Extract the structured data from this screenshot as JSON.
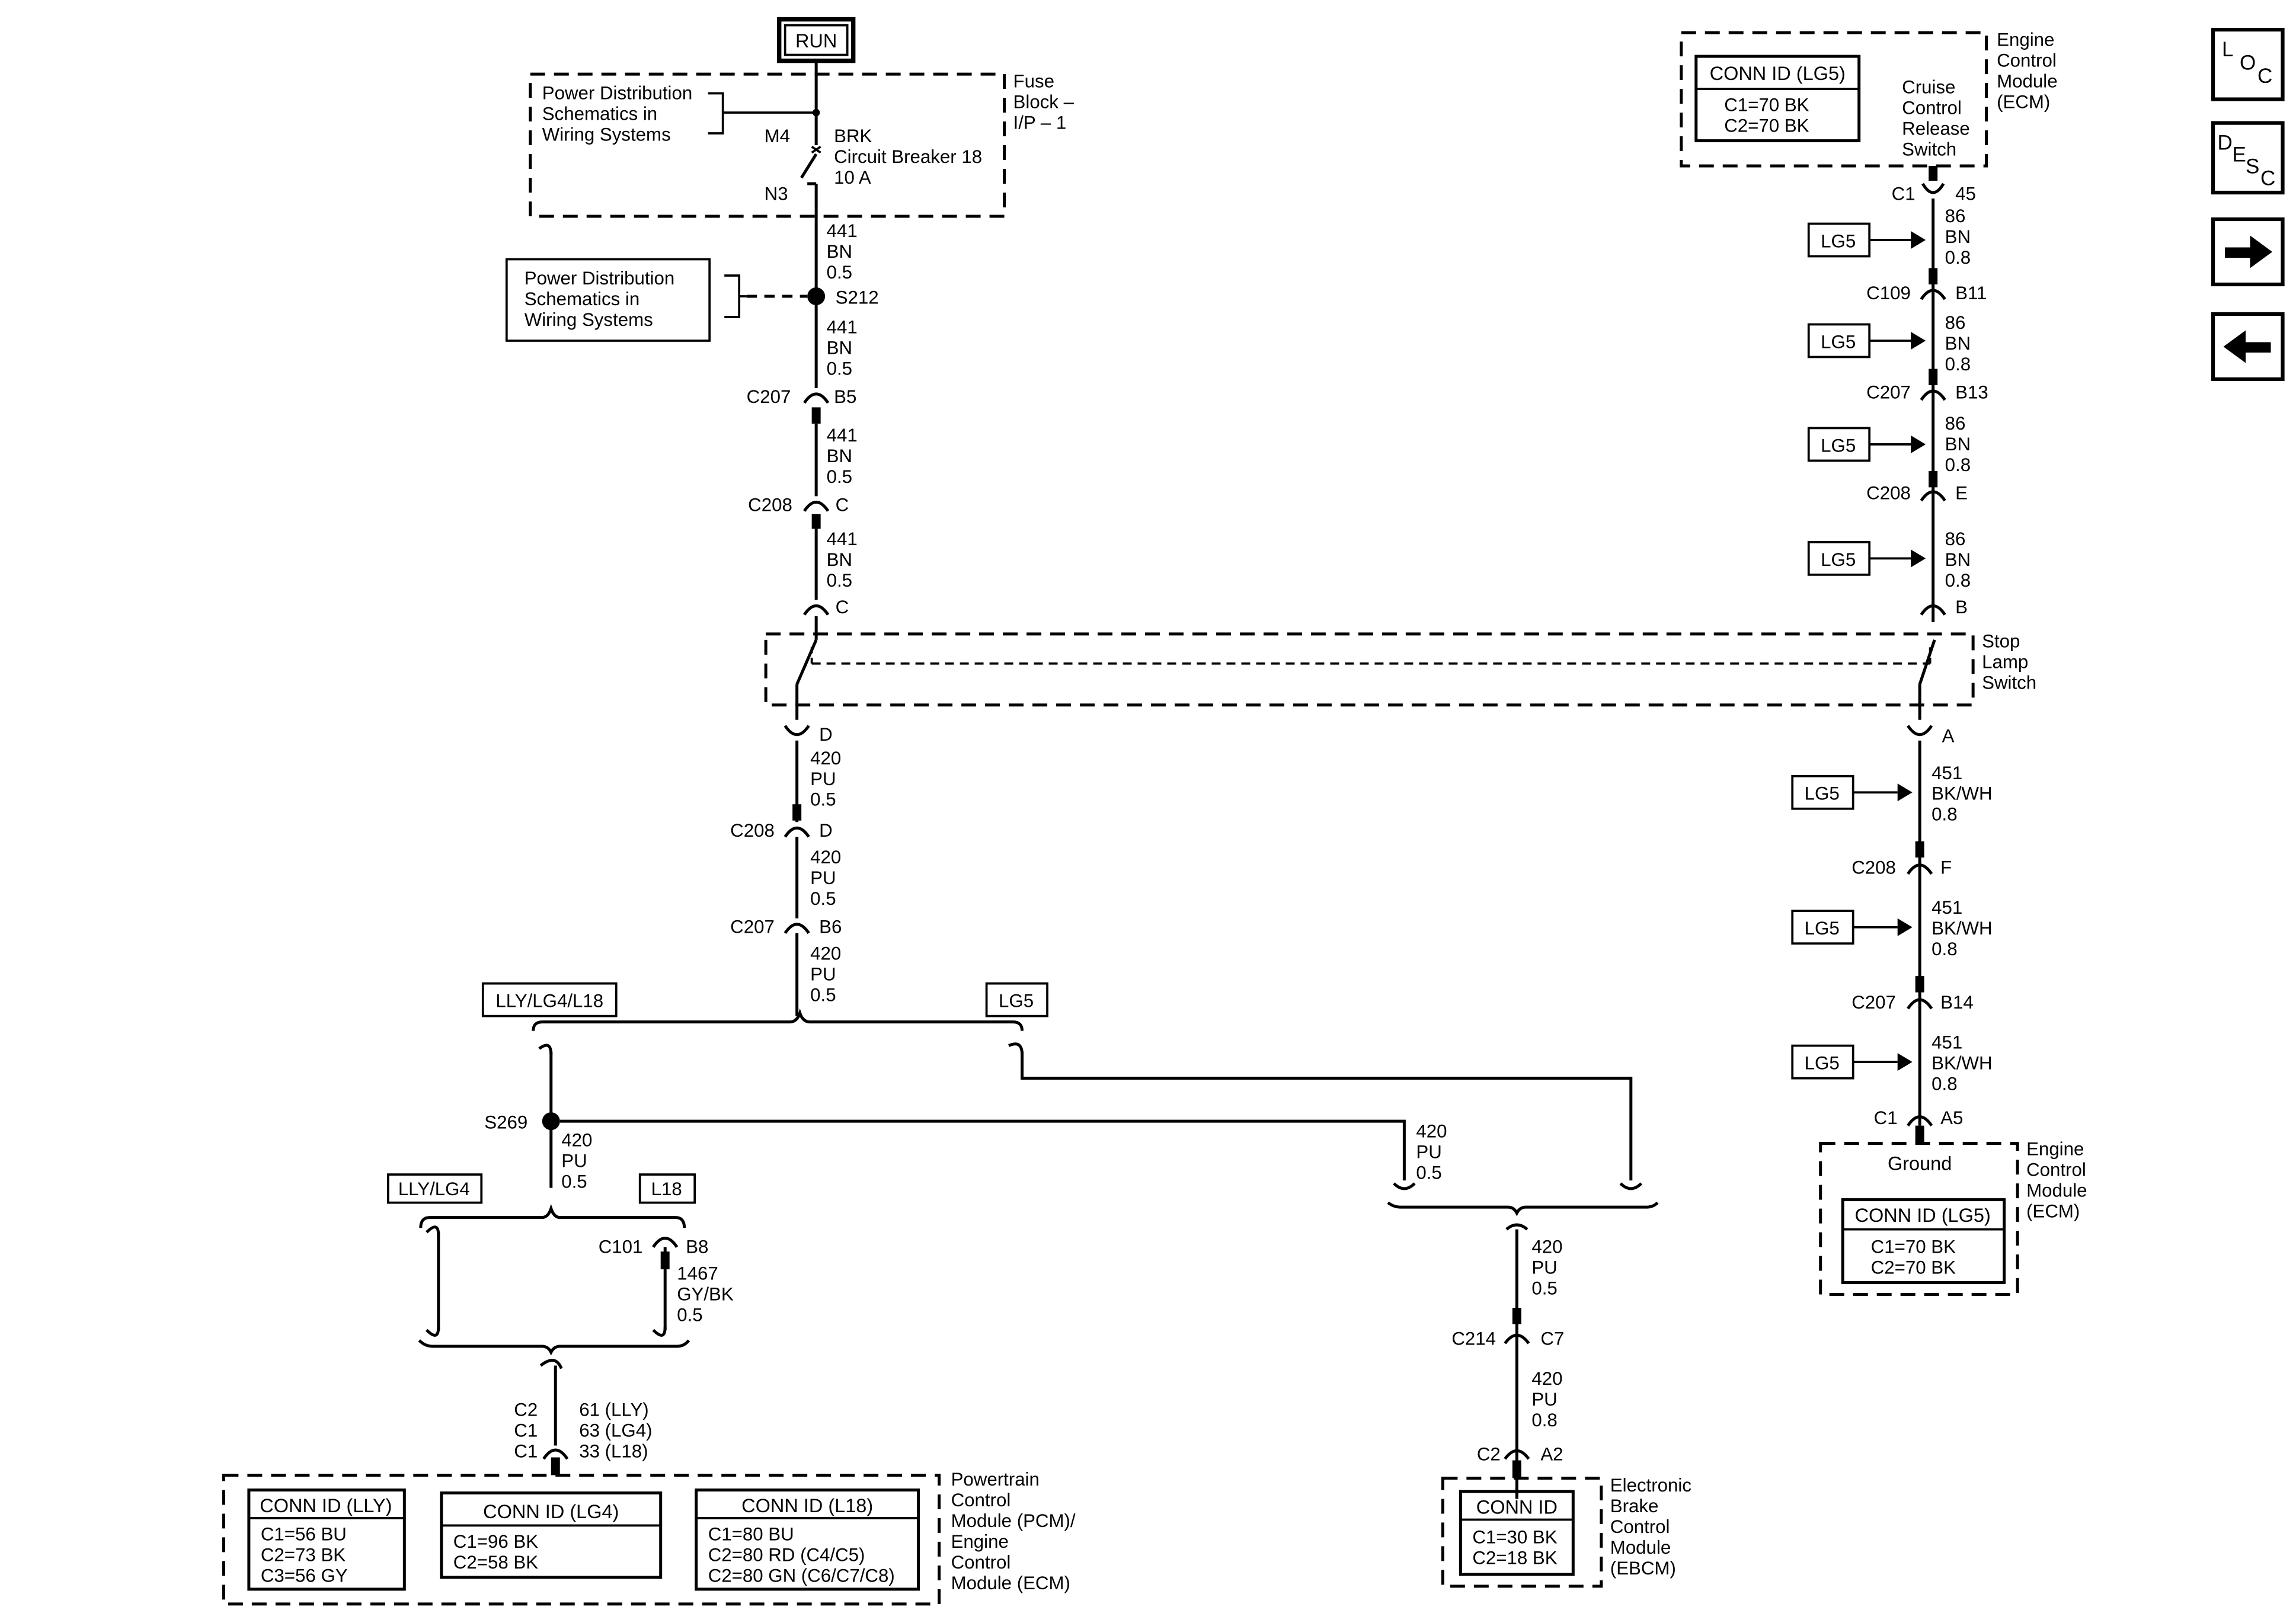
{
  "power_mode": "RUN",
  "fuse_block": {
    "label_lines": [
      "Fuse",
      "Block –",
      "I/P – 1"
    ],
    "ref_lines": [
      "Power Distribution",
      "Schematics in",
      "Wiring Systems"
    ],
    "terminal_in": "M4",
    "terminal_out": "N3",
    "breaker_lines": [
      "BRK",
      "Circuit Breaker 18",
      "10 A"
    ]
  },
  "splice_ref_lines": [
    "Power Distribution",
    "Schematics in",
    "Wiring Systems"
  ],
  "left_branch": {
    "s212": "S212",
    "wire_441": [
      "441",
      "BN",
      "0.5"
    ],
    "c207": {
      "conn": "C207",
      "pin": "B5"
    },
    "c208": {
      "conn": "C208",
      "pin": "C"
    },
    "switch_pin_in": "C",
    "switch_pin_out": "D",
    "wire_420": [
      "420",
      "PU",
      "0.5"
    ],
    "c208_lower": {
      "conn": "C208",
      "pin": "D"
    },
    "c207_lower": {
      "conn": "C207",
      "pin": "B6"
    }
  },
  "stop_lamp_switch": [
    "Stop",
    "Lamp",
    "Switch"
  ],
  "right_branch": {
    "ecm_top": {
      "conn_id_title": "CONN ID (LG5)",
      "conn_lines": [
        "C1=70 BK",
        "C2=70 BK"
      ],
      "function_lines": [
        "Cruise",
        "Control",
        "Release",
        "Switch"
      ],
      "module_lines": [
        "Engine",
        "Control",
        "Module",
        "(ECM)"
      ]
    },
    "c1_top": {
      "conn": "C1",
      "pin": "45"
    },
    "wire_86": [
      "86",
      "BN",
      "0.8"
    ],
    "c109": {
      "conn": "C109",
      "pin": "B11"
    },
    "c207": {
      "conn": "C207",
      "pin": "B13"
    },
    "c208": {
      "conn": "C208",
      "pin": "E"
    },
    "switch_pin_in": "B",
    "switch_pin_out": "A",
    "wire_451": [
      "451",
      "BK/WH",
      "0.8"
    ],
    "c208_lower": {
      "conn": "C208",
      "pin": "F"
    },
    "c207_lower": {
      "conn": "C207",
      "pin": "B14"
    },
    "c1_bottom": {
      "conn": "C1",
      "pin": "A5"
    },
    "option_tag": "LG5",
    "ecm_bottom": {
      "ground_label": "Ground",
      "conn_id_title": "CONN ID (LG5)",
      "conn_lines": [
        "C1=70 BK",
        "C2=70 BK"
      ],
      "module_lines": [
        "Engine",
        "Control",
        "Module",
        "(ECM)"
      ]
    }
  },
  "option_boxes": {
    "lly_lg4_l18": "LLY/LG4/L18",
    "lg5": "LG5",
    "lly_lg4": "LLY/LG4",
    "l18": "L18"
  },
  "s269": "S269",
  "wire_420_s269": [
    "420",
    "PU",
    "0.5"
  ],
  "wire_420_mid": [
    "420",
    "PU",
    "0.5"
  ],
  "c101": {
    "conn": "C101",
    "pin": "B8"
  },
  "wire_1467": [
    "1467",
    "GY/BK",
    "0.5"
  ],
  "pcm_pins": {
    "conns": [
      "C2",
      "C1",
      "C1"
    ],
    "pins": [
      "61 (LLY)",
      "63 (LG4)",
      "33 (L18)"
    ]
  },
  "pcm": {
    "module_lines": [
      "Powertrain",
      "Control",
      "Module (PCM)/",
      "Engine",
      "Control",
      "Module (ECM)"
    ],
    "lly": {
      "title": "CONN ID (LLY)",
      "lines": [
        "C1=56 BU",
        "C2=73 BK",
        "C3=56 GY"
      ]
    },
    "lg4": {
      "title": "CONN ID (LG4)",
      "lines": [
        "C1=96 BK",
        "C2=58 BK"
      ]
    },
    "l18": {
      "title": "CONN ID (L18)",
      "lines": [
        "C1=80 BU",
        "C2=80 RD (C4/C5)",
        "C2=80 GN (C6/C7/C8)"
      ]
    }
  },
  "ebcm_branch": {
    "wire_420_a": [
      "420",
      "PU",
      "0.5"
    ],
    "c214": {
      "conn": "C214",
      "pin": "C7"
    },
    "wire_420_b": [
      "420",
      "PU",
      "0.8"
    ],
    "c2": {
      "conn": "C2",
      "pin": "A2"
    },
    "conn_id_title": "CONN ID",
    "conn_lines": [
      "C1=30 BK",
      "C2=18 BK"
    ],
    "module_lines": [
      "Electronic",
      "Brake",
      "Control",
      "Module",
      "(EBCM)"
    ]
  },
  "nav": {
    "loc": [
      "L",
      "O",
      "C"
    ],
    "desc": [
      "D",
      "E",
      "S",
      "C"
    ],
    "next": "→",
    "prev": "←"
  }
}
